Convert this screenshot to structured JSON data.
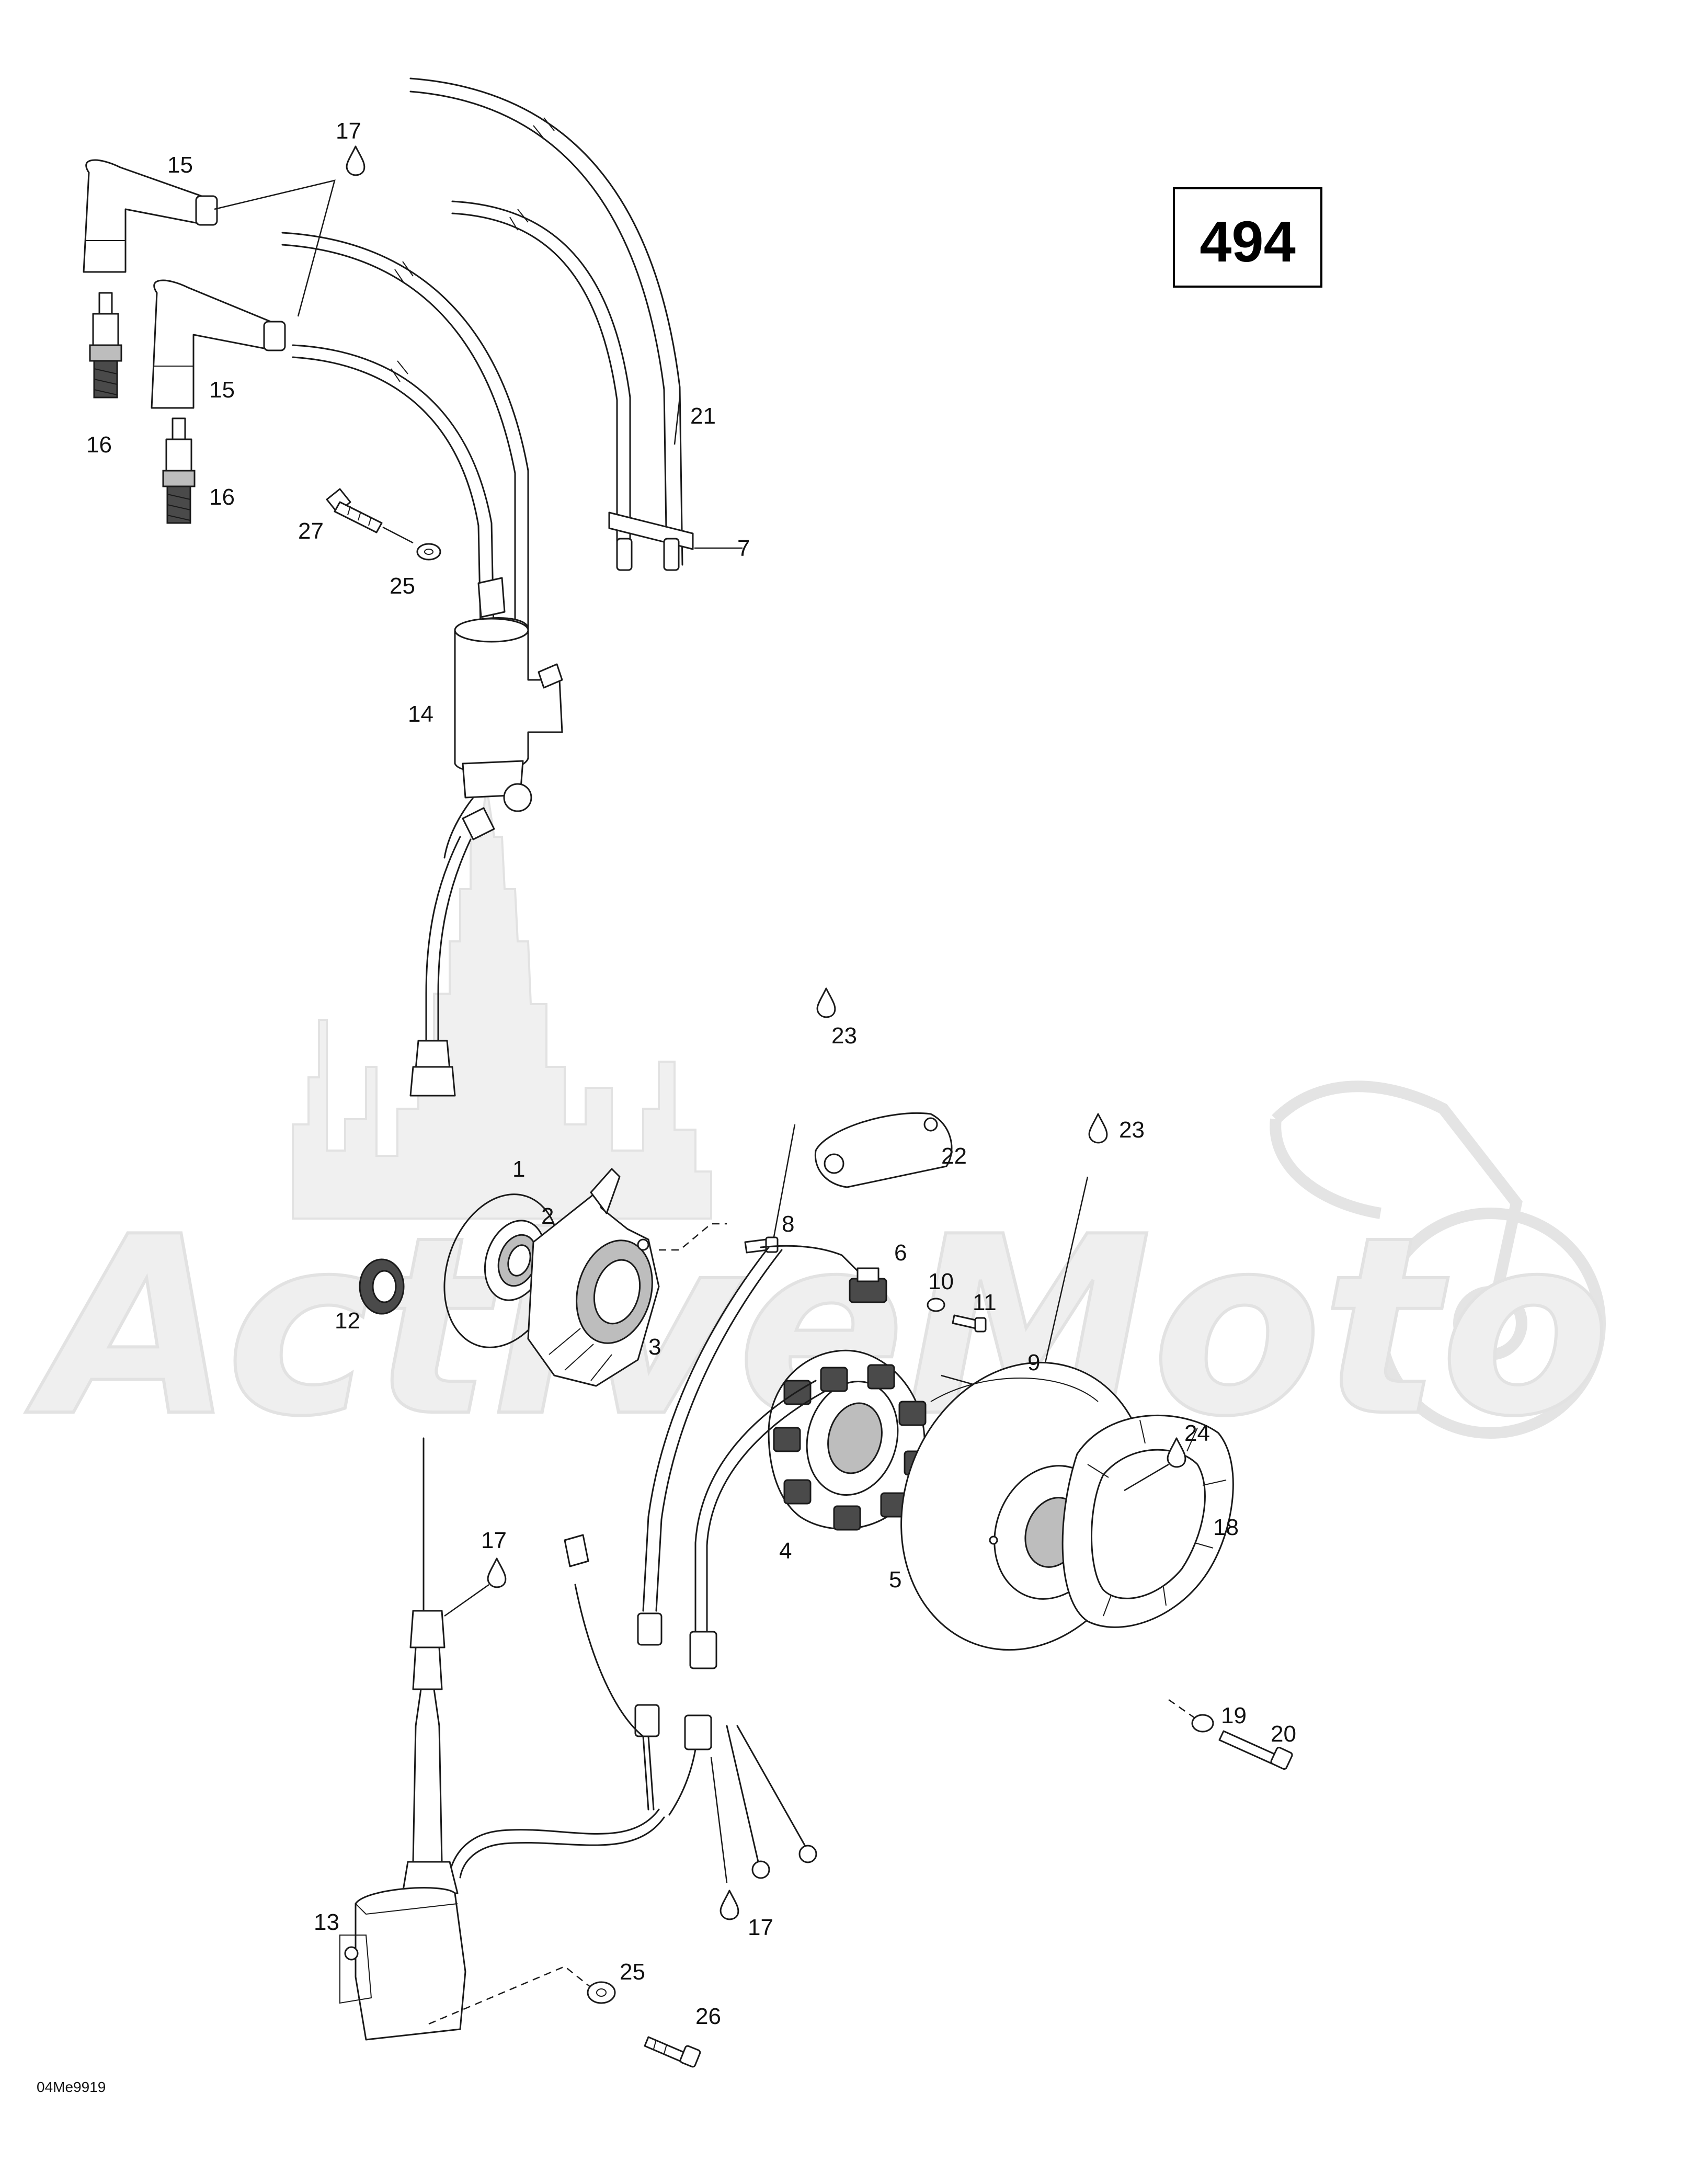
{
  "diagram": {
    "reference_number": "494",
    "drawing_code": "04Me9919",
    "watermark_text": "ActiveMoto",
    "part_labels": [
      "1",
      "2",
      "3",
      "4",
      "5",
      "6",
      "7",
      "8",
      "9",
      "10",
      "11",
      "12",
      "13",
      "14",
      "15",
      "15",
      "16",
      "16",
      "17",
      "17",
      "17",
      "18",
      "19",
      "20",
      "21",
      "22",
      "23",
      "23",
      "24",
      "25",
      "25",
      "26",
      "27"
    ]
  },
  "colors": {
    "line": "#1a1a1a",
    "watermark": "#efefef",
    "background": "#ffffff"
  },
  "icons": [
    "lubricant-drop-icon",
    "spark-plug-icon"
  ]
}
